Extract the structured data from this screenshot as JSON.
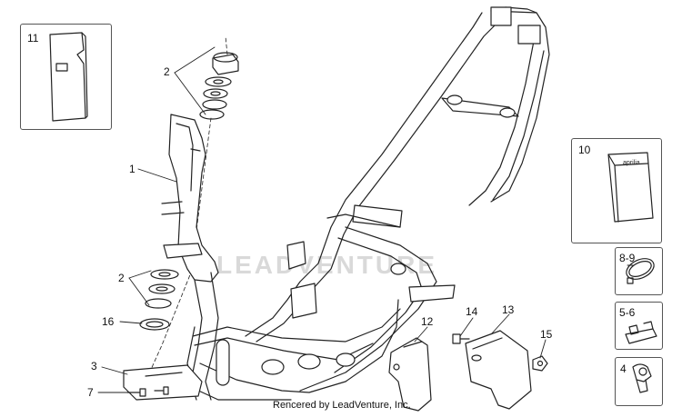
{
  "watermark": "LEADVENTURE",
  "credit": "Rencered by LeadVenture, Inc.",
  "callouts": {
    "c1": "1",
    "c2_top": "2",
    "c2_mid": "2",
    "c3": "3",
    "c4": "4",
    "c5_6": "5-6",
    "c7": "7",
    "c8_9": "8-9",
    "c10": "10",
    "c11": "11",
    "c12": "12",
    "c13": "13",
    "c14": "14",
    "c15": "15",
    "c16": "16"
  },
  "kit_pouch_brand": "aprilia"
}
